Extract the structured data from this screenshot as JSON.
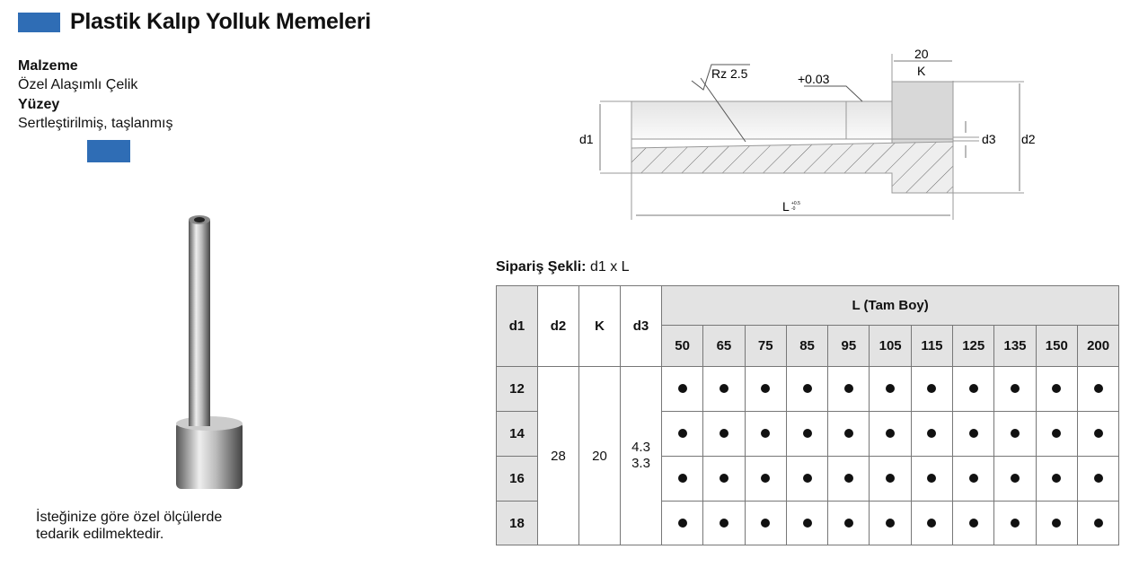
{
  "title": "Plastik Kalıp Yolluk Memeleri",
  "material_label": "Malzeme",
  "material_value": "Özel Alaşımlı Çelik",
  "surface_label": "Yüzey",
  "surface_value": "Sertleştirilmiş, taşlanmış",
  "note_line1": "İsteğinize göre özel ölçülerde",
  "note_line2": "tedarik edilmektedir.",
  "drawing": {
    "rz": "Rz 2.5",
    "tol": "+0.03",
    "k_value": "20",
    "k": "K",
    "d1": "d1",
    "d2": "d2",
    "d3": "d3",
    "l": "L",
    "l_tol_plus": "+0.5",
    "l_tol_minus": "-0"
  },
  "order": {
    "label": "Sipariş Şekli:",
    "value": "d1 x L"
  },
  "table": {
    "headers": [
      "d1",
      "d2",
      "K",
      "d3"
    ],
    "l_header": "L (Tam Boy)",
    "lengths": [
      "50",
      "65",
      "75",
      "85",
      "95",
      "105",
      "115",
      "125",
      "135",
      "150",
      "200"
    ],
    "d1": [
      "12",
      "14",
      "16",
      "18"
    ],
    "d2": "28",
    "k": "20",
    "d3_line1": "4.3",
    "d3_line2": "3.3",
    "available_mark": "●"
  },
  "colors": {
    "accent": "#2f6db5",
    "header_bg": "#e3e3e3"
  }
}
